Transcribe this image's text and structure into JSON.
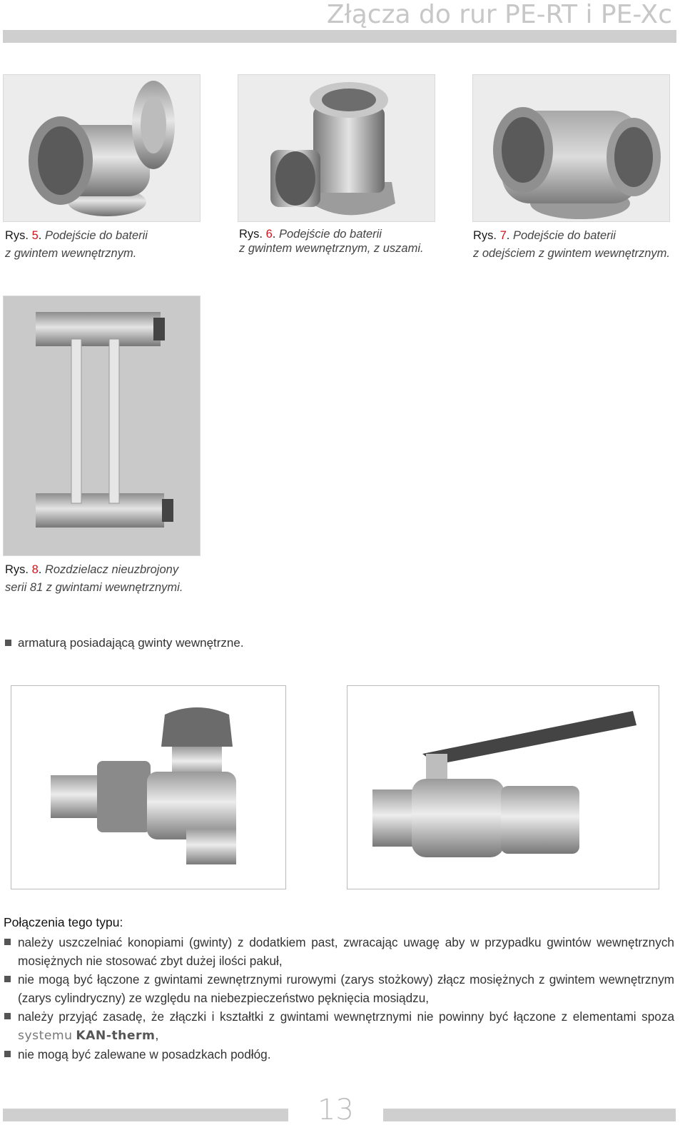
{
  "header": {
    "title": "Złącza do rur PE-RT i PE-Xc"
  },
  "figures": [
    {
      "prefix": "Rys. ",
      "number": "5",
      "suffix": ".",
      "line1": "Podejście do baterii",
      "line2": "z gwintem wewnętrznym."
    },
    {
      "prefix": "Rys. ",
      "number": "6",
      "suffix": ".",
      "line1": "Podejście do baterii",
      "line2": "z gwintem wewnętrznym, z uszami."
    },
    {
      "prefix": "Rys. ",
      "number": "7",
      "suffix": ".",
      "line1": "Podejście do baterii",
      "line2": "z odejściem z gwintem wewnętrznym."
    },
    {
      "prefix": "Rys. ",
      "number": "8",
      "suffix": ".",
      "line1": "Rozdzielacz nieuzbrojony",
      "line2": "serii 81 z gwintami wewnętrznymi."
    }
  ],
  "armature_bullet": "armaturą posiadającą gwinty wewnętrzne.",
  "connections": {
    "heading": "Połączenia tego typu:",
    "items": [
      "należy uszczelniać konopiami (gwinty) z dodatkiem past, zwracając uwagę aby w przypadku gwintów wewnętrznych mosiężnych nie stosować zbyt dużej ilości pakuł,",
      "nie mogą być łączone z gwintami zewnętrznymi rurowymi (zarys stożkowy) złącz mosiężnych z gwintem wewnętrznym (zarys cylindryczny) ze względu na niebezpieczeństwo pęknięcia mosiądzu,",
      "należy przyjąć zasadę, że złączki i kształtki z gwintami wewnętrznymi nie powinny być łączone z elementami spoza",
      "nie mogą być zalewane w posadzkach podłóg."
    ],
    "system_prefix": "systemu",
    "system_brand": "KAN-therm",
    "system_tail": ","
  },
  "footer": {
    "page_number": "13"
  },
  "colors": {
    "accent_red": "#d0131c",
    "bar_gray": "#cfcfcf",
    "title_gray": "#c7c7c7"
  }
}
